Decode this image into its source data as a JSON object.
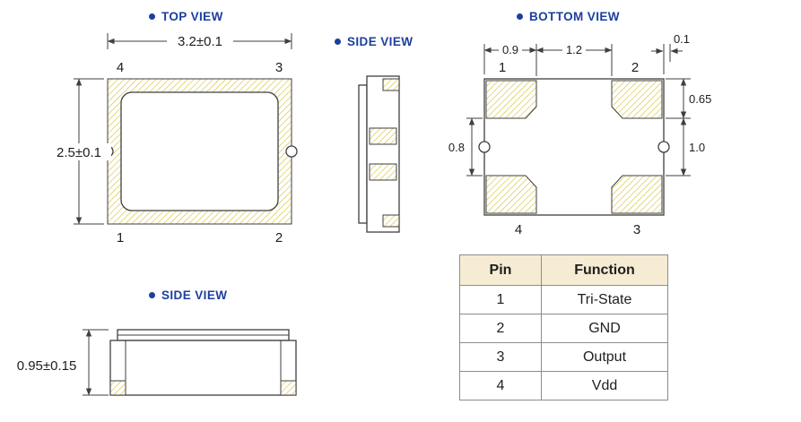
{
  "labels": {
    "top_view": "TOP VIEW",
    "side_view_top": "SIDE VIEW",
    "bottom_view": "BOTTOM VIEW",
    "side_view_bottom": "SIDE VIEW"
  },
  "colors": {
    "label_blue": "#1c3f9e",
    "hatch_gold": "#d6c33e",
    "line": "#3f3f3f",
    "table_header_bg": "#f6ecd4"
  },
  "top_view": {
    "dim_width": "3.2±0.1",
    "dim_height": "2.5±0.1",
    "pin_top_left": "4",
    "pin_top_right": "3",
    "pin_bottom_left": "1",
    "pin_bottom_right": "2"
  },
  "bottom_view": {
    "dim_pad_width": "0.9",
    "dim_pad_gap": "1.2",
    "dim_edge_offset": "0.1",
    "dim_pad_height": "0.65",
    "dim_mid_gap": "1.0",
    "dim_left_gap": "0.8",
    "pin_top_left": "1",
    "pin_top_right": "2",
    "pin_bottom_left": "4",
    "pin_bottom_right": "3"
  },
  "side_view_bottom": {
    "dim_height": "0.95±0.15"
  },
  "pin_table": {
    "headers": [
      "Pin",
      "Function"
    ],
    "rows": [
      {
        "pin": "1",
        "function": "Tri-State"
      },
      {
        "pin": "2",
        "function": "GND"
      },
      {
        "pin": "3",
        "function": "Output"
      },
      {
        "pin": "4",
        "function": "Vdd"
      }
    ]
  }
}
